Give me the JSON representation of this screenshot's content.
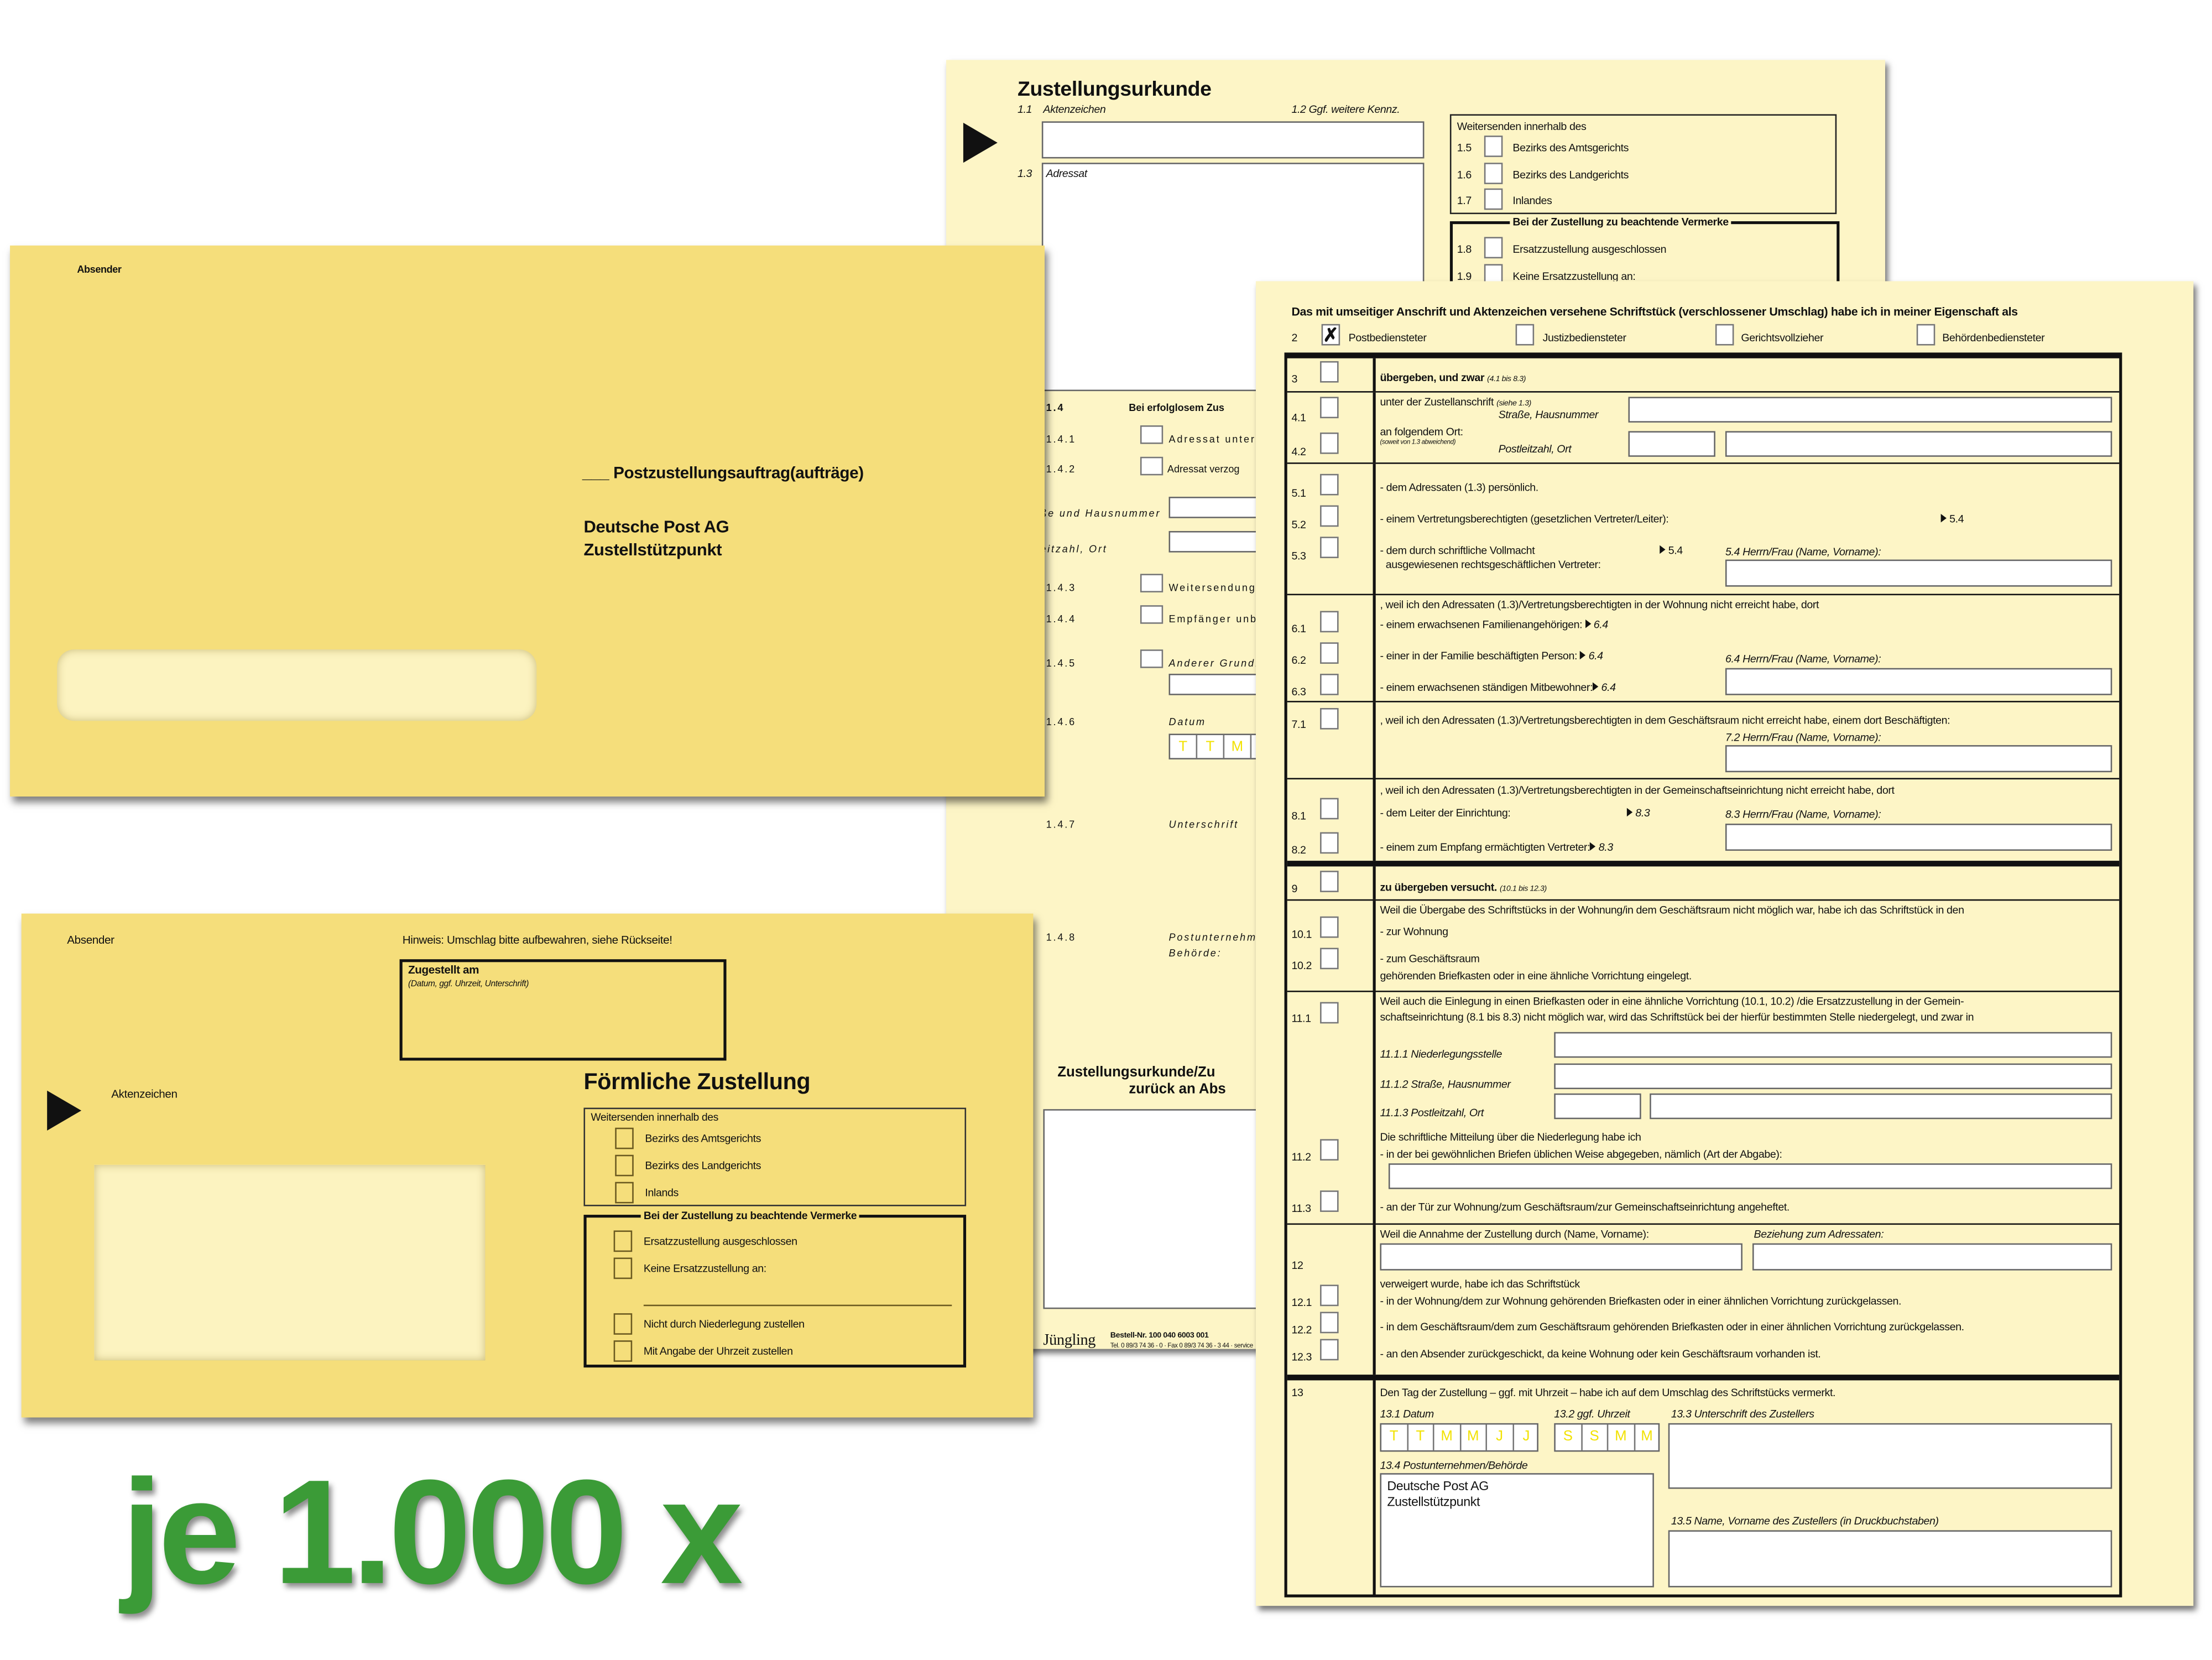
{
  "back_form": {
    "title": "Zustellungsurkunde",
    "f11": "1.1",
    "f11_label": "Aktenzeichen",
    "f12_label": "1.2 Ggf. weitere Kennz.",
    "f13": "1.3",
    "f13_label": "Adressat",
    "forward_box": {
      "title": "Weitersenden innerhalb des",
      "items": [
        {
          "num": "1.5",
          "label": "Bezirks des Amtsgerichts"
        },
        {
          "num": "1.6",
          "label": "Bezirks des Landgerichts"
        },
        {
          "num": "1.7",
          "label": "Inlandes"
        }
      ]
    },
    "notes_box": {
      "title": "Bei der Zustellung zu beachtende Vermerke",
      "items": [
        {
          "num": "1.8",
          "label": "Ersatzzustellung ausgeschlossen"
        },
        {
          "num": "1.9",
          "label": "Keine Ersatzzustellung an:"
        }
      ]
    },
    "s14": {
      "num": "1.4",
      "title": "Bei erfolglosem Zus",
      "i141": "1.4.1",
      "l141": "Adressat unter",
      "i142": "1.4.2",
      "l142": "Adressat verzog",
      "street": "ße und Hausnummer",
      "plz": "eitzahl, Ort",
      "i143": "1.4.3",
      "l143": "Weitersendung",
      "i144": "1.4.4",
      "l144": "Empfänger unb",
      "i145": "1.4.5",
      "l145": "Anderer Grund:",
      "i146": "1.4.6",
      "l146": "Datum",
      "date_cells": [
        "T",
        "T",
        "M"
      ],
      "i147": "1.4.7",
      "l147": "Unterschrift",
      "i148": "1.4.8",
      "l148a": "Postunternehm",
      "l148b": "Behörde:"
    },
    "return_title_1": "Zustellungsurkunde/Zu",
    "return_title_2": "zurück an Abs",
    "publisher": "Jüngling",
    "order_no": "Bestell-Nr.  100 040 6003 001",
    "contact": "Tel. 0 89/3 74 36 - 0 · Fax 0 89/3 74 36 - 3 44 · service"
  },
  "envelope_top": {
    "sender": "Absender",
    "order_line": "___ Postzustellungsauftrag(aufträge)",
    "recipient_1": "Deutsche Post AG",
    "recipient_2": "Zustellstützpunkt"
  },
  "envelope_bottom": {
    "sender": "Absender",
    "hint": "Hinweis: Umschlag bitte aufbewahren, siehe Rückseite!",
    "delivered_title": "Zugestellt am",
    "delivered_sub": "(Datum, ggf. Uhrzeit, Unterschrift)",
    "file_ref": "Aktenzeichen",
    "title": "Förmliche Zustellung",
    "forward_title": "Weitersenden innerhalb des",
    "forward_items": [
      "Bezirks des Amtsgerichts",
      "Bezirks des Landgerichts",
      "Inlands"
    ],
    "notes_title": "Bei der Zustellung zu beachtende Vermerke",
    "notes_items": [
      "Ersatzzustellung ausgeschlossen",
      "Keine Ersatzzustellung an:",
      "Nicht durch Niederlegung zustellen",
      "Mit Angabe der Uhrzeit zustellen"
    ]
  },
  "front_form": {
    "intro": "Das mit umseitiger Anschrift und Aktenzeichen versehene Schriftstück (verschlossener Umschlag) habe ich in meiner Eigenschaft als",
    "r2": {
      "num": "2",
      "options": [
        {
          "label": "Postbediensteter",
          "checked": true,
          "mark": "✗"
        },
        {
          "label": "Justizbediensteter",
          "checked": false
        },
        {
          "label": "Gerichtsvollzieher",
          "checked": false
        },
        {
          "label": "Behördenbediensteter",
          "checked": false
        }
      ]
    },
    "r3": {
      "num": "3",
      "text": "übergeben, und zwar",
      "ref": "(4.1 bis 8.3)"
    },
    "r4": {
      "n1": "4.1",
      "n2": "4.2",
      "t1": "unter der Zustellanschrift",
      "t1ref": "(siehe 1.3)",
      "street": "Straße, Hausnummer",
      "t2": "an folgendem Ort:",
      "t2sub": "(soweit von 1.3 abweichend)",
      "plz": "Postleitzahl, Ort"
    },
    "r5": {
      "n1": "5.1",
      "n2": "5.2",
      "n3": "5.3",
      "t1": "- dem Adressaten (1.3) persönlich.",
      "t2": "- einem Vertretungsberechtigten (gesetzlichen Vertreter/Leiter):",
      "ref": "5.4",
      "t3": "- dem durch schriftliche Vollmacht",
      "t3b": "ausgewiesenen rechtsgeschäftlichen Vertreter:",
      "name_label": "5.4 Herrn/Frau (Name, Vorname):"
    },
    "r6": {
      "intro": ", weil ich den Adressaten (1.3)/Vertretungsberechtigten in der Wohnung nicht erreicht habe, dort",
      "n1": "6.1",
      "n2": "6.2",
      "n3": "6.3",
      "t1": "- einem erwachsenen Familienangehörigen:",
      "t2": "- einer in der Familie beschäftigten Person:",
      "t3": "- einem erwachsenen ständigen Mitbewohner:",
      "ref": "6.4",
      "name_label": "6.4 Herrn/Frau (Name, Vorname):"
    },
    "r7": {
      "n1": "7.1",
      "text": ", weil ich den Adressaten (1.3)/Vertretungsberechtigten in dem Geschäftsraum nicht erreicht habe, einem dort Beschäftigten:",
      "name_label": "7.2 Herrn/Frau (Name, Vorname):"
    },
    "r8": {
      "intro": ", weil ich den Adressaten (1.3)/Vertretungsberechtigten in der Gemeinschaftseinrichtung nicht erreicht habe, dort",
      "n1": "8.1",
      "n2": "8.2",
      "t1": "- dem Leiter der Einrichtung:",
      "t2": "- einem zum Empfang ermächtigten Vertreter:",
      "ref": "8.3",
      "name_label": "8.3 Herrn/Frau (Name, Vorname):"
    },
    "r9": {
      "num": "9",
      "text": "zu übergeben versucht.",
      "ref": "(10.1 bis 12.3)"
    },
    "r10": {
      "intro": "Weil die Übergabe des Schriftstücks in der Wohnung/in dem Geschäftsraum nicht möglich war, habe ich das Schriftstück in den",
      "n1": "10.1",
      "n2": "10.2",
      "t1": "- zur Wohnung",
      "t2": "- zum Geschäftsraum",
      "t3": "gehörenden Briefkasten oder in eine ähnliche Vorrichtung eingelegt."
    },
    "r11": {
      "n1": "11.1",
      "l1": "Weil auch die Einlegung in einen Briefkasten oder in eine ähnliche Vorrichtung (10.1, 10.2) /die Ersatzzustellung in der Gemein-",
      "l2": "schaftseinrichtung (8.1 bis 8.3) nicht möglich war, wird das Schriftstück bei der hierfür bestimmten Stelle niedergelegt, und zwar in",
      "f1": "11.1.1 Niederlegungsstelle",
      "f2": "11.1.2 Straße, Hausnummer",
      "f3": "11.1.3 Postleitzahl, Ort",
      "notice": "Die schriftliche Mitteilung über die Niederlegung habe ich",
      "n2": "11.2",
      "t2": "- in der bei gewöhnlichen Briefen üblichen Weise abgegeben, nämlich (Art der Abgabe):",
      "n3": "11.3",
      "t3": "- an der Tür zur Wohnung/zum Geschäftsraum/zur Gemeinschaftseinrichtung angeheftet."
    },
    "r12": {
      "num": "12",
      "intro": "Weil die Annahme der Zustellung durch  (Name, Vorname):",
      "rel": "Beziehung zum Adressaten:",
      "refused": "verweigert wurde, habe ich das Schriftstück",
      "n1": "12.1",
      "n2": "12.2",
      "n3": "12.3",
      "t1": "- in der Wohnung/dem zur Wohnung gehörenden Briefkasten oder in einer ähnlichen Vorrichtung zurückgelassen.",
      "t2": "- in dem Geschäftsraum/dem zum Geschäftsraum gehörenden Briefkasten oder in einer ähnlichen Vorrichtung zurückgelassen.",
      "t3": "- an den Absender zurückgeschickt, da keine Wohnung oder kein Geschäftsraum vorhanden ist."
    },
    "r13": {
      "num": "13",
      "text": "Den Tag der Zustellung – ggf. mit Uhrzeit – habe ich auf dem Umschlag des Schriftstücks vermerkt.",
      "date_label": "13.1  Datum",
      "date_cells": [
        "T",
        "T",
        "M",
        "M",
        "J",
        "J"
      ],
      "time_label": "13.2 ggf. Uhrzeit",
      "time_cells": [
        "S",
        "S",
        "M",
        "M"
      ],
      "sign_label": "13.3 Unterschrift des Zustellers",
      "org_label": "13.4 Postunternehmen/Behörde",
      "org_1": "Deutsche Post AG",
      "org_2": "Zustellstützpunkt",
      "name_label": "13.5 Name, Vorname des Zustellers (in Druckbuchstaben)"
    }
  },
  "promo": {
    "quantity_text": "je 1.000 x",
    "color": "#3b9b37"
  }
}
